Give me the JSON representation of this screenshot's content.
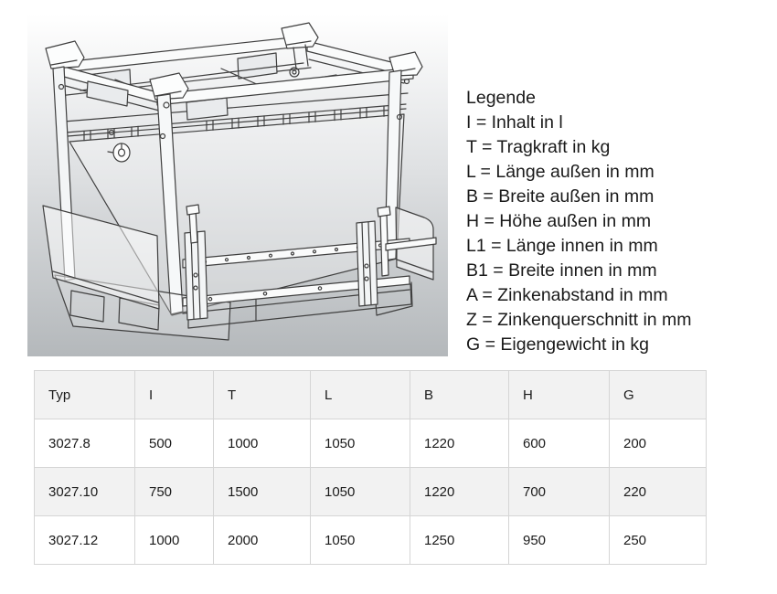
{
  "figure": {
    "description": "line drawing of stacking tipping container with fork slide rails and fold-down side flaps",
    "bg_gradient_top": "#ffffff",
    "bg_gradient_bottom": "#b4b8bb",
    "line_color": "#3f3f3f"
  },
  "legend": {
    "title": "Legende",
    "items": [
      "I = Inhalt in l",
      "T = Tragkraft in kg",
      "L = Länge außen in mm",
      "B = Breite außen in mm",
      "H = Höhe außen in mm",
      "L1 = Länge innen in mm",
      "B1 = Breite innen in mm",
      "A = Zinkenabstand in mm",
      "Z = Zinkenquerschnitt in mm",
      "G = Eigengewicht in kg"
    ]
  },
  "table": {
    "columns": [
      "Typ",
      "I",
      "T",
      "L",
      "B",
      "H",
      "G"
    ],
    "rows": [
      [
        "3027.8",
        "500",
        "1000",
        "1050",
        "1220",
        "600",
        "200"
      ],
      [
        "3027.10",
        "750",
        "1500",
        "1050",
        "1220",
        "700",
        "220"
      ],
      [
        "3027.12",
        "1000",
        "2000",
        "1050",
        "1250",
        "950",
        "250"
      ]
    ]
  },
  "colors": {
    "text": "#1a1a1a",
    "table_border": "#d5d5d5",
    "table_header_bg": "#f2f2f2",
    "table_row_alt_bg": "#f2f2f2"
  }
}
